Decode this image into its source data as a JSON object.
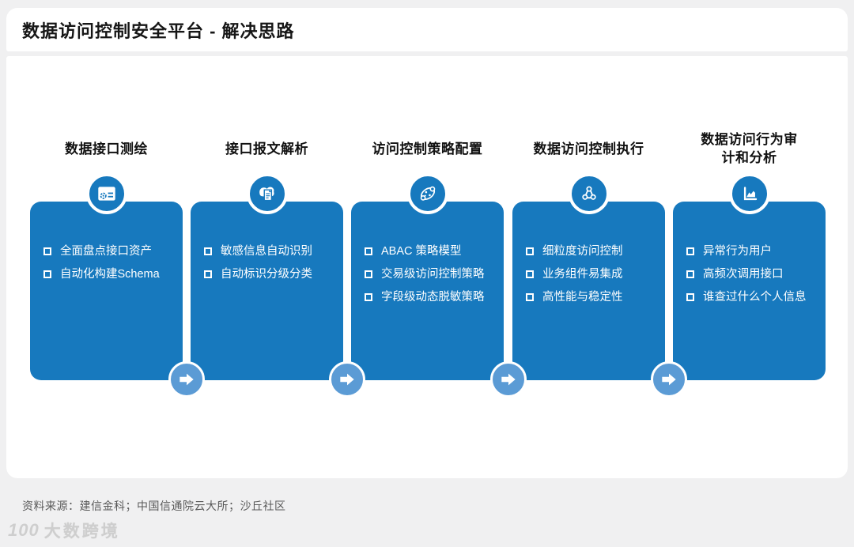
{
  "page": {
    "title": "数据访问控制安全平台 - 解决思路"
  },
  "columns": [
    {
      "title": "数据接口测绘",
      "icon": "gear-document-icon",
      "items": [
        "全面盘点接口资产",
        "自动化构建Schema"
      ]
    },
    {
      "title": "接口报文解析",
      "icon": "cloud-document-icon",
      "items": [
        "敏感信息自动识别",
        "自动标识分级分类"
      ]
    },
    {
      "title": "访问控制策略配置",
      "icon": "network-nodes-icon",
      "items": [
        "ABAC 策略模型",
        "交易级访问控制策略",
        "字段级动态脱敏策略"
      ]
    },
    {
      "title": "数据访问控制执行",
      "icon": "share-icon",
      "items": [
        "细粒度访问控制",
        "业务组件易集成",
        "高性能与稳定性"
      ]
    },
    {
      "title": "数据访问行为审\n计和分析",
      "icon": "area-chart-icon",
      "items": [
        "异常行为用户",
        "高频次调用接口",
        "谁查过什么个人信息"
      ]
    }
  ],
  "footer": {
    "source": "资料来源：建信金科；中国信通院云大所；沙丘社区"
  },
  "watermark": {
    "logo": "100",
    "text": "大数跨境"
  },
  "colors": {
    "panel_blue": "#1779be",
    "arrow_blue": "#5b9bd5",
    "background": "#f0f0f1",
    "text_dark": "#161616",
    "source_gray": "#595959"
  }
}
